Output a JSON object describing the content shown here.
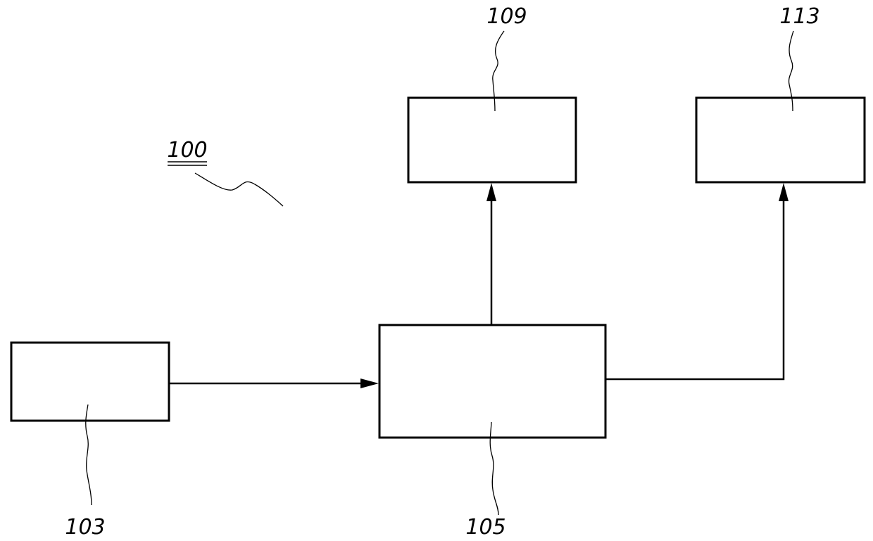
{
  "diagram": {
    "system_ref": "100",
    "blocks": {
      "input": {
        "ref": "103"
      },
      "central": {
        "ref": "105"
      },
      "output_a": {
        "ref": "109"
      },
      "output_b": {
        "ref": "113"
      }
    },
    "connections": [
      {
        "from": "103",
        "to": "105"
      },
      {
        "from": "105",
        "to": "109"
      },
      {
        "from": "105",
        "to": "113"
      }
    ],
    "colors": {
      "line": "#000000",
      "background": "#ffffff"
    }
  }
}
